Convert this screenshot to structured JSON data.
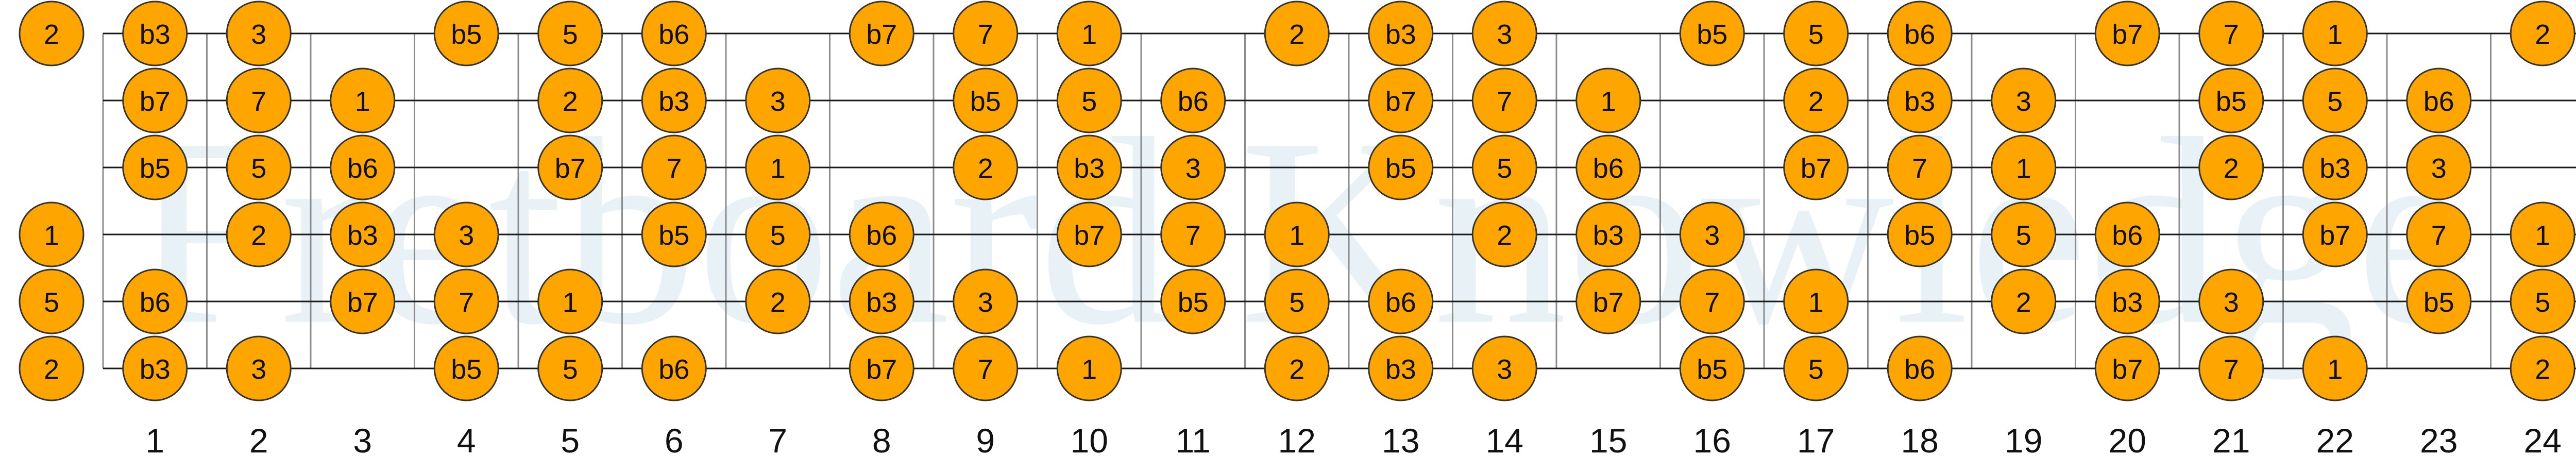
{
  "watermark": "Fretboard Knowledge",
  "colors": {
    "note_fill": "#ffa500",
    "note_stroke": "#333333",
    "string": "#1a1a1a",
    "fret": "#8c8c8c",
    "watermark": "#d6e7f0"
  },
  "fretboard": {
    "fret_count": 24,
    "fret_numbers": [
      "1",
      "2",
      "3",
      "4",
      "5",
      "6",
      "7",
      "8",
      "9",
      "10",
      "11",
      "12",
      "13",
      "14",
      "15",
      "16",
      "17",
      "18",
      "19",
      "20",
      "21",
      "22",
      "23",
      "24"
    ],
    "strings": [
      {
        "string": 1,
        "notes": [
          {
            "fret": 0,
            "label": "2"
          },
          {
            "fret": 1,
            "label": "b3"
          },
          {
            "fret": 2,
            "label": "3"
          },
          {
            "fret": 4,
            "label": "b5"
          },
          {
            "fret": 5,
            "label": "5"
          },
          {
            "fret": 6,
            "label": "b6"
          },
          {
            "fret": 8,
            "label": "b7"
          },
          {
            "fret": 9,
            "label": "7"
          },
          {
            "fret": 10,
            "label": "1"
          },
          {
            "fret": 12,
            "label": "2"
          },
          {
            "fret": 13,
            "label": "b3"
          },
          {
            "fret": 14,
            "label": "3"
          },
          {
            "fret": 16,
            "label": "b5"
          },
          {
            "fret": 17,
            "label": "5"
          },
          {
            "fret": 18,
            "label": "b6"
          },
          {
            "fret": 20,
            "label": "b7"
          },
          {
            "fret": 21,
            "label": "7"
          },
          {
            "fret": 22,
            "label": "1"
          },
          {
            "fret": 24,
            "label": "2"
          }
        ]
      },
      {
        "string": 2,
        "notes": [
          {
            "fret": 1,
            "label": "b7"
          },
          {
            "fret": 2,
            "label": "7"
          },
          {
            "fret": 3,
            "label": "1"
          },
          {
            "fret": 5,
            "label": "2"
          },
          {
            "fret": 6,
            "label": "b3"
          },
          {
            "fret": 7,
            "label": "3"
          },
          {
            "fret": 9,
            "label": "b5"
          },
          {
            "fret": 10,
            "label": "5"
          },
          {
            "fret": 11,
            "label": "b6"
          },
          {
            "fret": 13,
            "label": "b7"
          },
          {
            "fret": 14,
            "label": "7"
          },
          {
            "fret": 15,
            "label": "1"
          },
          {
            "fret": 17,
            "label": "2"
          },
          {
            "fret": 18,
            "label": "b3"
          },
          {
            "fret": 19,
            "label": "3"
          },
          {
            "fret": 21,
            "label": "b5"
          },
          {
            "fret": 22,
            "label": "5"
          },
          {
            "fret": 23,
            "label": "b6"
          }
        ]
      },
      {
        "string": 3,
        "notes": [
          {
            "fret": 1,
            "label": "b5"
          },
          {
            "fret": 2,
            "label": "5"
          },
          {
            "fret": 3,
            "label": "b6"
          },
          {
            "fret": 5,
            "label": "b7"
          },
          {
            "fret": 6,
            "label": "7"
          },
          {
            "fret": 7,
            "label": "1"
          },
          {
            "fret": 9,
            "label": "2"
          },
          {
            "fret": 10,
            "label": "b3"
          },
          {
            "fret": 11,
            "label": "3"
          },
          {
            "fret": 13,
            "label": "b5"
          },
          {
            "fret": 14,
            "label": "5"
          },
          {
            "fret": 15,
            "label": "b6"
          },
          {
            "fret": 17,
            "label": "b7"
          },
          {
            "fret": 18,
            "label": "7"
          },
          {
            "fret": 19,
            "label": "1"
          },
          {
            "fret": 21,
            "label": "2"
          },
          {
            "fret": 22,
            "label": "b3"
          },
          {
            "fret": 23,
            "label": "3"
          }
        ]
      },
      {
        "string": 4,
        "notes": [
          {
            "fret": 0,
            "label": "1"
          },
          {
            "fret": 2,
            "label": "2"
          },
          {
            "fret": 3,
            "label": "b3"
          },
          {
            "fret": 4,
            "label": "3"
          },
          {
            "fret": 6,
            "label": "b5"
          },
          {
            "fret": 7,
            "label": "5"
          },
          {
            "fret": 8,
            "label": "b6"
          },
          {
            "fret": 10,
            "label": "b7"
          },
          {
            "fret": 11,
            "label": "7"
          },
          {
            "fret": 12,
            "label": "1"
          },
          {
            "fret": 14,
            "label": "2"
          },
          {
            "fret": 15,
            "label": "b3"
          },
          {
            "fret": 16,
            "label": "3"
          },
          {
            "fret": 18,
            "label": "b5"
          },
          {
            "fret": 19,
            "label": "5"
          },
          {
            "fret": 20,
            "label": "b6"
          },
          {
            "fret": 22,
            "label": "b7"
          },
          {
            "fret": 23,
            "label": "7"
          },
          {
            "fret": 24,
            "label": "1"
          }
        ]
      },
      {
        "string": 5,
        "notes": [
          {
            "fret": 0,
            "label": "5"
          },
          {
            "fret": 1,
            "label": "b6"
          },
          {
            "fret": 3,
            "label": "b7"
          },
          {
            "fret": 4,
            "label": "7"
          },
          {
            "fret": 5,
            "label": "1"
          },
          {
            "fret": 7,
            "label": "2"
          },
          {
            "fret": 8,
            "label": "b3"
          },
          {
            "fret": 9,
            "label": "3"
          },
          {
            "fret": 11,
            "label": "b5"
          },
          {
            "fret": 12,
            "label": "5"
          },
          {
            "fret": 13,
            "label": "b6"
          },
          {
            "fret": 15,
            "label": "b7"
          },
          {
            "fret": 16,
            "label": "7"
          },
          {
            "fret": 17,
            "label": "1"
          },
          {
            "fret": 19,
            "label": "2"
          },
          {
            "fret": 20,
            "label": "b3"
          },
          {
            "fret": 21,
            "label": "3"
          },
          {
            "fret": 23,
            "label": "b5"
          },
          {
            "fret": 24,
            "label": "5"
          }
        ]
      },
      {
        "string": 6,
        "notes": [
          {
            "fret": 0,
            "label": "2"
          },
          {
            "fret": 1,
            "label": "b3"
          },
          {
            "fret": 2,
            "label": "3"
          },
          {
            "fret": 4,
            "label": "b5"
          },
          {
            "fret": 5,
            "label": "5"
          },
          {
            "fret": 6,
            "label": "b6"
          },
          {
            "fret": 8,
            "label": "b7"
          },
          {
            "fret": 9,
            "label": "7"
          },
          {
            "fret": 10,
            "label": "1"
          },
          {
            "fret": 12,
            "label": "2"
          },
          {
            "fret": 13,
            "label": "b3"
          },
          {
            "fret": 14,
            "label": "3"
          },
          {
            "fret": 16,
            "label": "b5"
          },
          {
            "fret": 17,
            "label": "5"
          },
          {
            "fret": 18,
            "label": "b6"
          },
          {
            "fret": 20,
            "label": "b7"
          },
          {
            "fret": 21,
            "label": "7"
          },
          {
            "fret": 22,
            "label": "1"
          },
          {
            "fret": 24,
            "label": "2"
          }
        ]
      }
    ]
  }
}
